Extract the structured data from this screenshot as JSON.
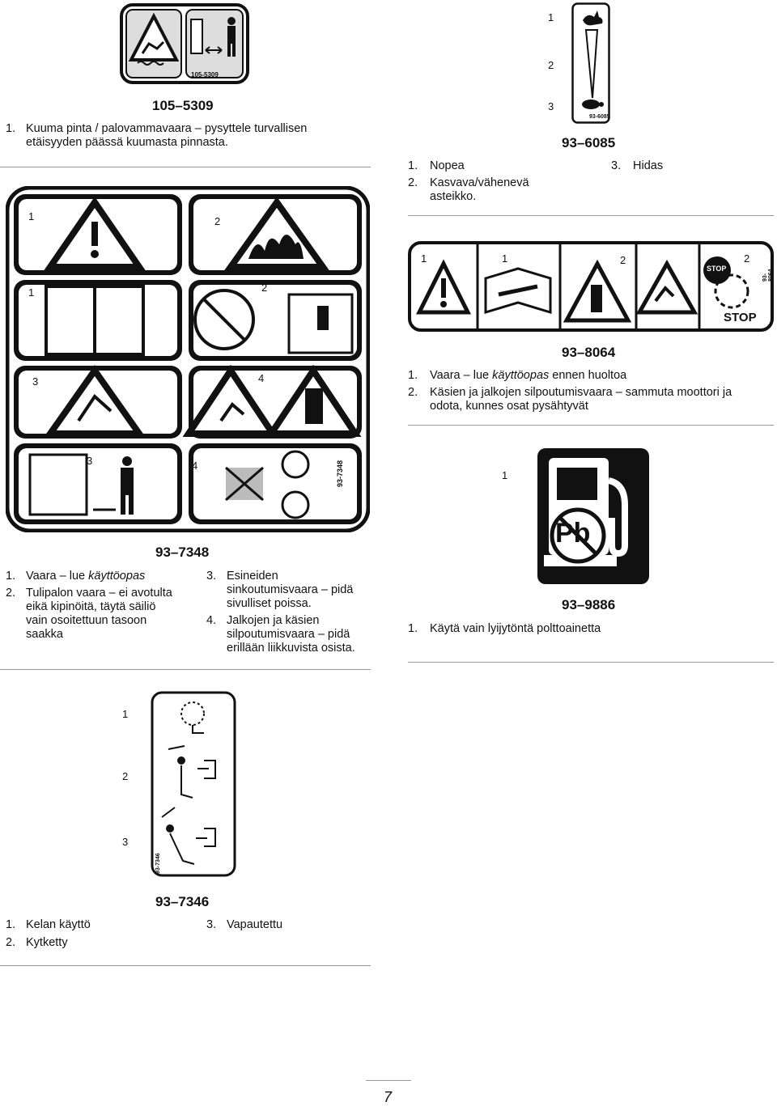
{
  "page_number": "7",
  "sections": {
    "s105": {
      "code": "105–5309",
      "decal_id": "105-5309",
      "items": [
        {
          "num": "1.",
          "text": "Kuuma pinta / palovammavaara – pysyttele turvallisen etäisyyden päässä kuumasta pinnasta."
        }
      ]
    },
    "s6085": {
      "code": "93–6085",
      "decal_id": "93-6085",
      "callouts": [
        "1",
        "2",
        "3"
      ],
      "items": [
        {
          "num": "1.",
          "text": "Nopea"
        },
        {
          "num": "2.",
          "text": "Kasvava/vähenevä asteikko."
        },
        {
          "num": "3.",
          "text": "Hidas"
        }
      ]
    },
    "s8064": {
      "code": "93–8064",
      "decal_id": "93-8064",
      "callouts": [
        "1",
        "1",
        "2",
        "2"
      ],
      "stop_label": "STOP",
      "items": [
        {
          "num": "1.",
          "prefix": "Vaara – lue ",
          "emph": "käyttöopas",
          "suffix": " ennen huoltoa"
        },
        {
          "num": "2.",
          "text": "Käsien ja jalkojen silpoutumisvaara – sammuta moottori ja odota, kunnes osat pysähtyvät"
        }
      ]
    },
    "s7348": {
      "code": "93–7348",
      "decal_id": "93-7348",
      "callouts": [
        "1",
        "2",
        "1",
        "2",
        "3",
        "4",
        "3",
        "4"
      ],
      "items": [
        {
          "num": "1.",
          "prefix": "Vaara – lue ",
          "emph": "käyttöopas",
          "suffix": ""
        },
        {
          "num": "2.",
          "text": "Tulipalon vaara – ei avotulta eikä kipinöitä, täytä säiliö vain osoitettuun tasoon saakka"
        },
        {
          "num": "3.",
          "text": "Esineiden sinkoutumisvaara – pidä sivulliset poissa."
        },
        {
          "num": "4.",
          "text": "Jalkojen ja käsien silpoutumisvaara – pidä erillään liikkuvista osista."
        }
      ]
    },
    "s9886": {
      "code": "93–9886",
      "callouts": [
        "1"
      ],
      "pb_label": "Pb",
      "items": [
        {
          "num": "1.",
          "text": "Käytä vain lyijytöntä polttoainetta"
        }
      ]
    },
    "s7346": {
      "code": "93–7346",
      "decal_id": "93-7346",
      "callouts": [
        "1",
        "2",
        "3"
      ],
      "items": [
        {
          "num": "1.",
          "text": "Kelan käyttö"
        },
        {
          "num": "2.",
          "text": "Kytketty"
        },
        {
          "num": "3.",
          "text": "Vapautettu"
        }
      ]
    }
  },
  "colors": {
    "ink": "#111111",
    "rule": "#999999"
  }
}
